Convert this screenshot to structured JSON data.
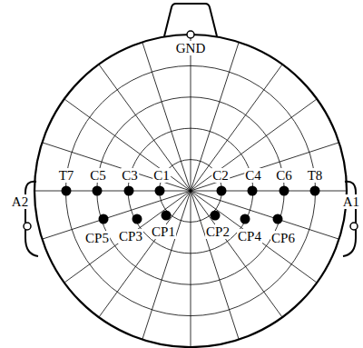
{
  "diagram": {
    "labels": [
      "GND",
      "A2",
      "A1",
      "T7",
      "C5",
      "C3",
      "C1",
      "C2",
      "C4",
      "C6",
      "T8",
      "CP5",
      "CP3",
      "CP1",
      "CP2",
      "CP4",
      "CP6"
    ]
  }
}
